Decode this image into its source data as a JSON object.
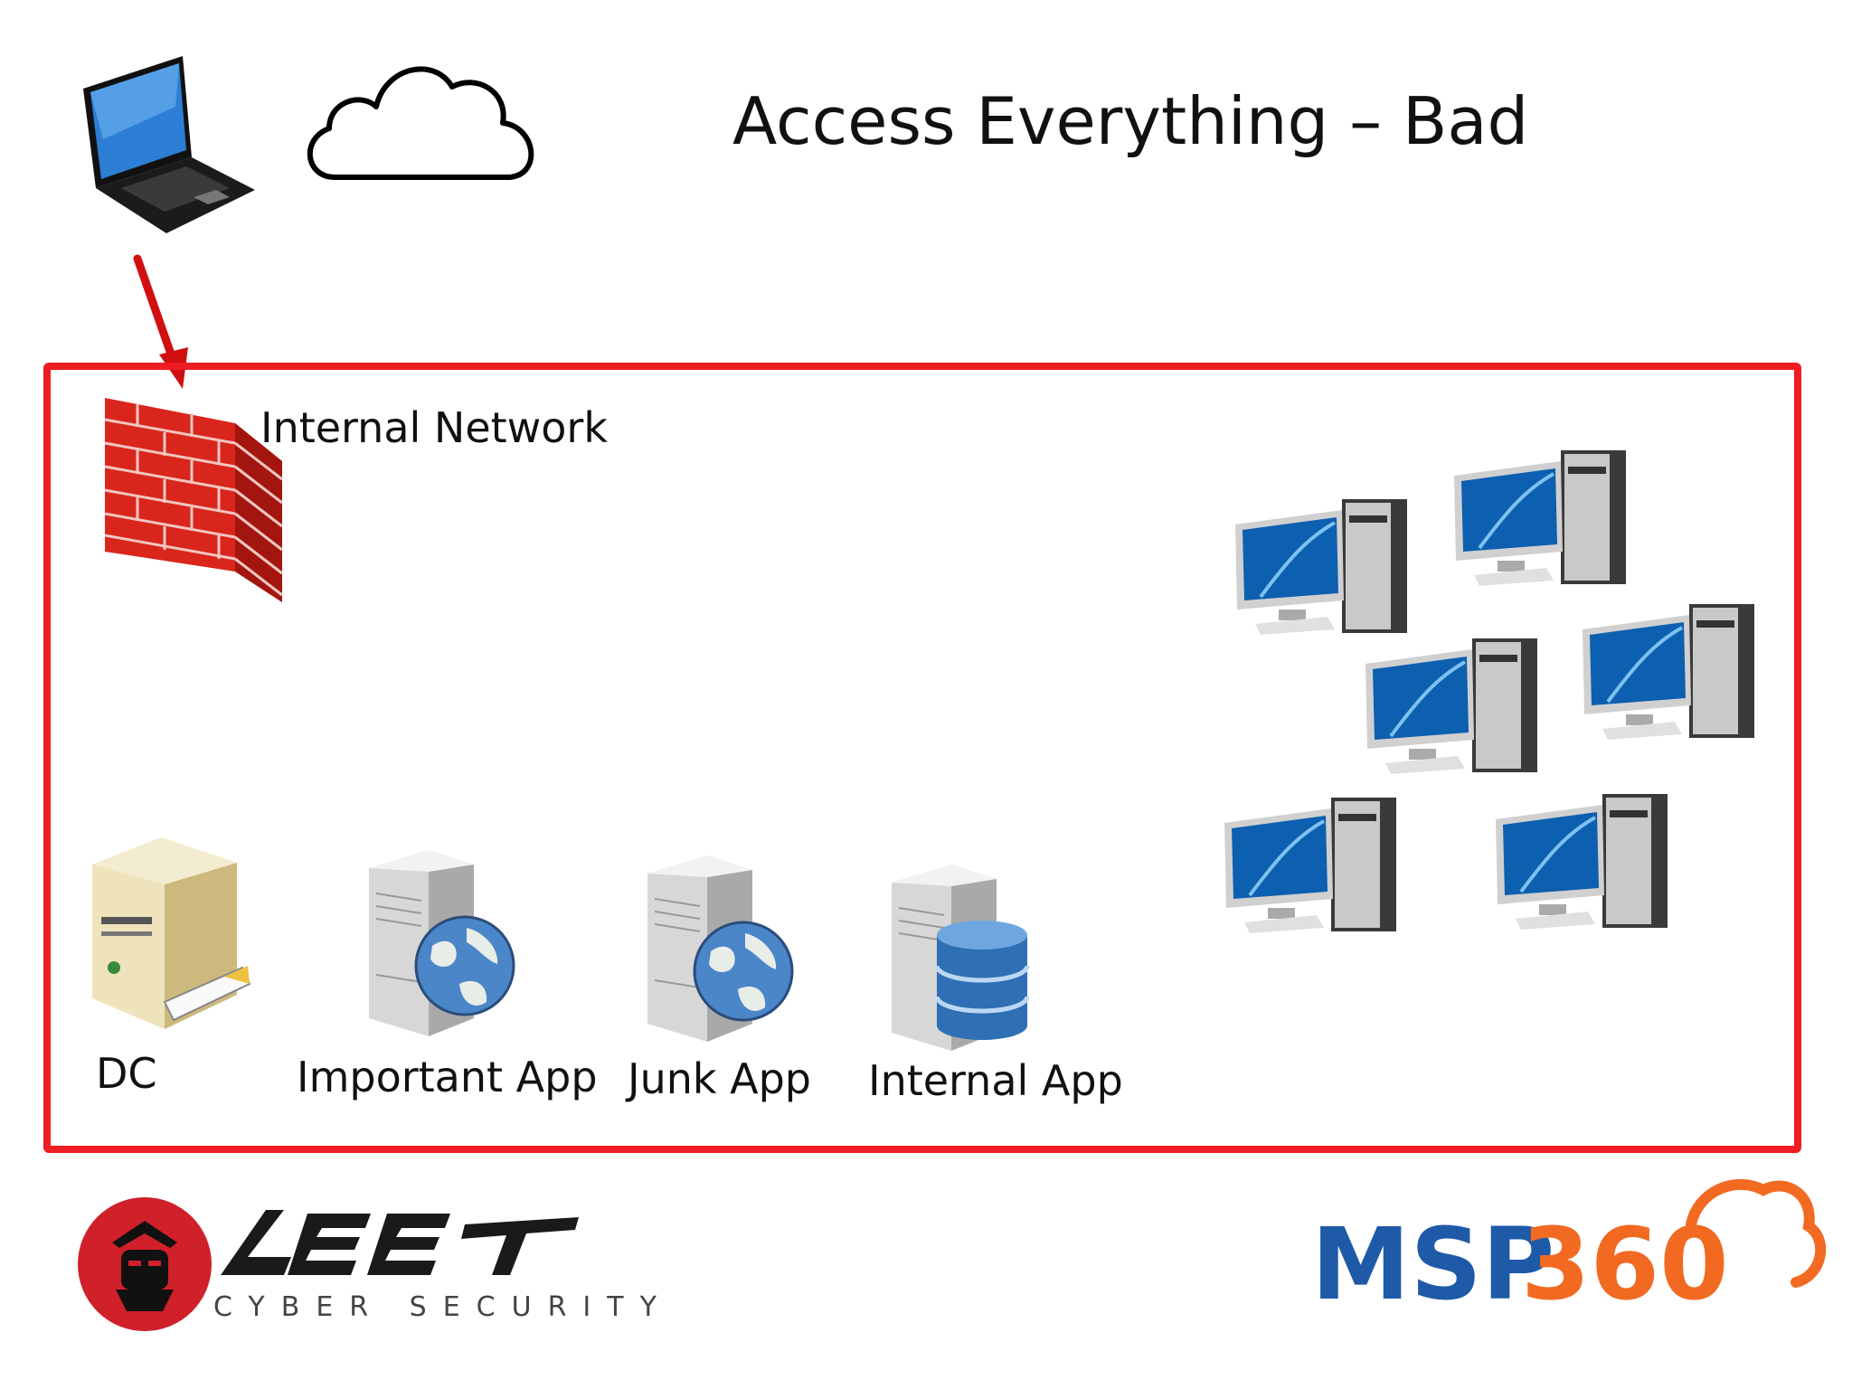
{
  "title": "Access Everything – Bad",
  "network_label": "Internal Network",
  "servers": [
    {
      "label": "DC",
      "icon": "domain-controller-icon"
    },
    {
      "label": "Important App",
      "icon": "web-server-icon"
    },
    {
      "label": "Junk App",
      "icon": "web-server-icon"
    },
    {
      "label": "Internal App",
      "icon": "database-server-icon"
    }
  ],
  "workstation_count": 6,
  "colors": {
    "network_border": "#ef1c23",
    "arrow": "#d01010",
    "msp_blue": "#1f5aa8",
    "msp_orange": "#f26a21",
    "leet_red": "#d0202a"
  },
  "logos": {
    "leet_name": "LEET",
    "leet_tagline": "CYBER SECURITY",
    "msp_text_a": "MSP",
    "msp_text_b": "360"
  }
}
